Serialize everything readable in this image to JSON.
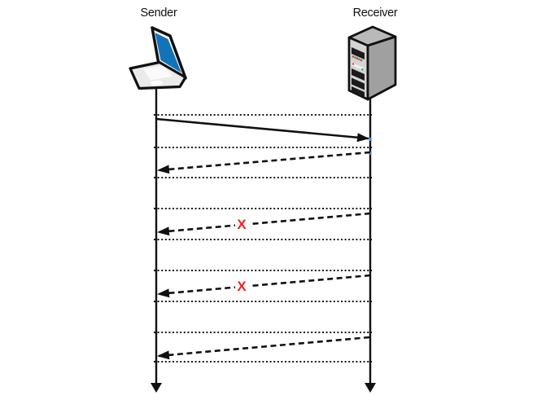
{
  "diagram": {
    "kind": "sequence-diagram",
    "background": "#FFFFFF"
  },
  "nodes": {
    "sender": {
      "label": "Sender",
      "icon": "laptop-icon"
    },
    "receiver": {
      "label": "Receiver",
      "icon": "server-icon"
    }
  },
  "messages": [
    {
      "id": 1,
      "from": "sender",
      "to": "receiver",
      "line_style": "solid",
      "lost": false,
      "marker": ""
    },
    {
      "id": 2,
      "from": "receiver",
      "to": "sender",
      "line_style": "dashed",
      "lost": false,
      "marker": ""
    },
    {
      "id": 3,
      "from": "receiver",
      "to": "sender",
      "line_style": "dashed",
      "lost": true,
      "marker": "X"
    },
    {
      "id": 4,
      "from": "receiver",
      "to": "sender",
      "line_style": "dashed",
      "lost": true,
      "marker": "X"
    },
    {
      "id": 5,
      "from": "receiver",
      "to": "sender",
      "line_style": "dashed",
      "lost": false,
      "marker": ""
    }
  ],
  "timeline": {
    "tick_count": 9
  },
  "colors": {
    "lost_marker": "#EC2028",
    "laptop_screen": "#1373B9",
    "line": "#111111",
    "endpoint_mark": "#3F8FD2"
  }
}
